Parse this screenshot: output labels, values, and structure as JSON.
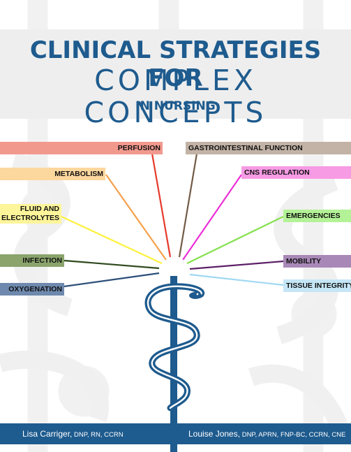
{
  "title": {
    "line1": "CLINICAL STRATEGIES FOR",
    "line2": "COMPLEX CONCEPTS",
    "line3": "IN NURSING"
  },
  "concepts_left": [
    {
      "label": "PERFUSION",
      "color": "#f2998e"
    },
    {
      "label": "METABOLISM",
      "color": "#fcd79e"
    },
    {
      "label_line1": "FLUID AND",
      "label_line2": "ELECTROLYTES",
      "color": "#fdf59a"
    },
    {
      "label": "INFECTION",
      "color": "#8aa46c"
    },
    {
      "label": "OXYGENATION",
      "color": "#6e89ad"
    }
  ],
  "concepts_right": [
    {
      "label": "GASTROINTESTINAL FUNCTION",
      "color": "#c2b3a6"
    },
    {
      "label": "CNS REGULATION",
      "color": "#f79be4"
    },
    {
      "label": "EMERGENCIES",
      "color": "#b3f296"
    },
    {
      "label": "MOBILITY",
      "color": "#a888b6"
    },
    {
      "label": "TISSUE INTEGRITY",
      "color": "#c5e6f6"
    }
  ],
  "ray_colors": {
    "perfusion": "#e53b2b",
    "metabolism": "#f5a04a",
    "fluid": "#fcf23e",
    "infection": "#2f4a1e",
    "oxygenation": "#2d4f79",
    "gastrointestinal": "#735a45",
    "cns": "#ec2fd7",
    "emergencies": "#86e04f",
    "mobility": "#5b1e66",
    "tissue": "#9fd8f2"
  },
  "authors": {
    "left_name": "Lisa Carriger,",
    "left_cred": " DNP, RN, CCRN",
    "right_name": "Louise Jones,",
    "right_cred": " DNP, APRN, FNP-BC, CCRN, CNE"
  },
  "brand_color": "#1e5b8e",
  "icons": [
    "rod-of-asclepius-icon"
  ]
}
